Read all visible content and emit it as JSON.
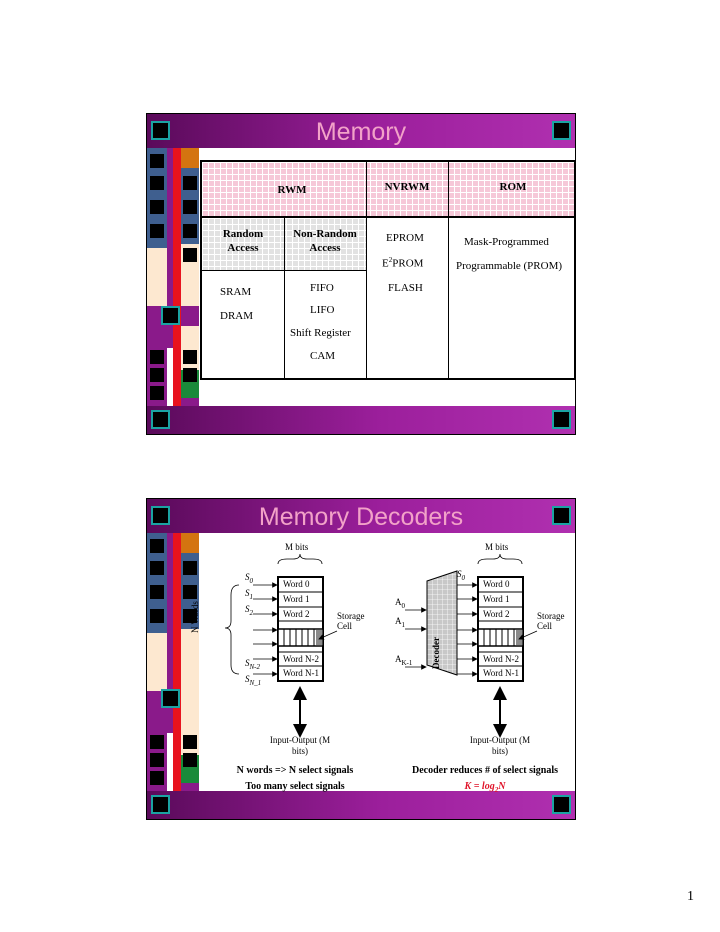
{
  "slide1": {
    "title": "Memory",
    "headers": {
      "rwm": "RWM",
      "nvrwm": "NVRWM",
      "rom": "ROM"
    },
    "subheaders": {
      "random": "Random Access",
      "non_random": "Non-Random Access"
    },
    "random_items": [
      "SRAM",
      "DRAM"
    ],
    "non_random_items": [
      "FIFO",
      "LIFO",
      "Shift Register",
      "CAM"
    ],
    "nvrwm_items": [
      "EPROM",
      "E",
      "2",
      "PROM",
      "FLASH"
    ],
    "rom_items": [
      "Mask-Programmed",
      "Programmable (PROM)"
    ]
  },
  "slide2": {
    "title": "Memory Decoders",
    "left": {
      "m_bits": "M bits",
      "n_words": "N Words",
      "selects": [
        "S",
        "0",
        "S",
        "1",
        "S",
        "2",
        "S",
        "N-2",
        "S",
        "N_1"
      ],
      "words": [
        "Word 0",
        "Word 1",
        "Word 2",
        "Word N-2",
        "Word N-1"
      ],
      "storage_cell": "Storage Cell",
      "io": "Input-Output (M bits)",
      "caption1": "N words => N select signals",
      "caption2": "Too many select signals"
    },
    "right": {
      "m_bits": "M bits",
      "select0": "S",
      "select0_sub": "0",
      "addresses": [
        "A",
        "0",
        "A",
        "1",
        "A",
        "K-1"
      ],
      "decoder": "Decoder",
      "words": [
        "Word 0",
        "Word 1",
        "Word 2",
        "Word N-2",
        "Word N-1"
      ],
      "storage_cell": "Storage Cell",
      "io": "Input-Output (M bits)",
      "caption1": "Decoder reduces # of select signals",
      "formula": "K = log",
      "formula_sub": "2",
      "formula_end": "N"
    }
  },
  "page_number": "1",
  "colors": {
    "title_bar": "#9c1f9c",
    "title_text": "#f2a2c8",
    "table_header": "#f6c8d8",
    "formula": "#e0142a"
  }
}
